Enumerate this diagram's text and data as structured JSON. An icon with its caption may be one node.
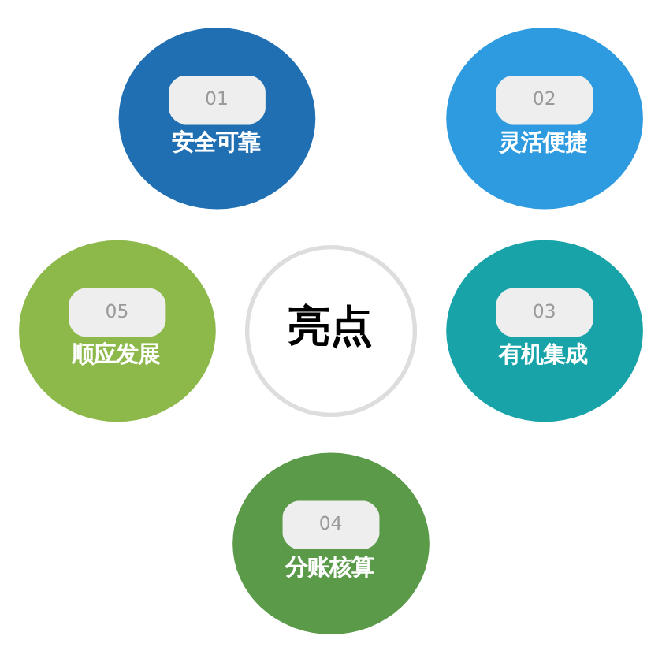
{
  "diagram": {
    "nodes": [
      {
        "text": [
          "亮点"
        ]
      },
      {
        "text": [
          "01",
          "安全可靠"
        ]
      },
      {
        "text": [
          "02",
          "灵活便捷"
        ]
      },
      {
        "text": [
          "03",
          "有机集成"
        ]
      },
      {
        "text": [
          "04",
          "分账核算"
        ]
      },
      {
        "text": [
          "05",
          "顺应发展"
        ]
      }
    ]
  }
}
